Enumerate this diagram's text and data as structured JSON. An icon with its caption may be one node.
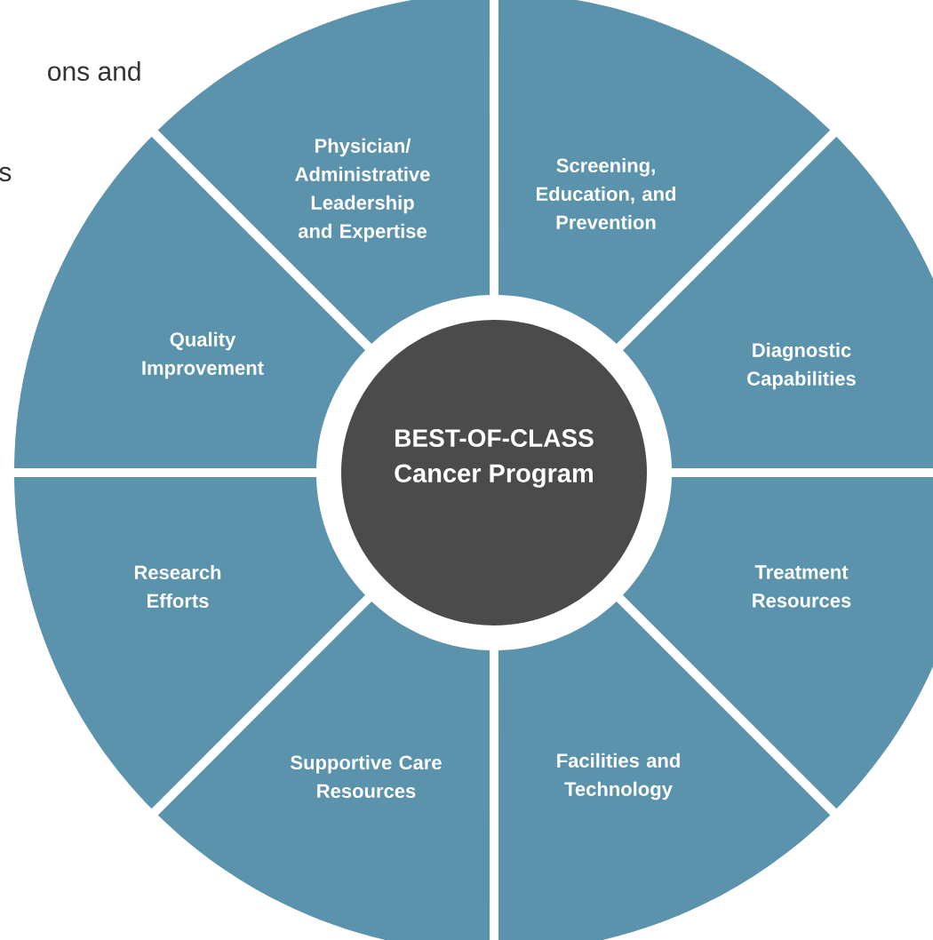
{
  "diagram": {
    "nodes": [
      {
        "text": [
          "Physician/ Administrative Leadership and Expertise"
        ]
      },
      {
        "text": [
          "Screening, Education, and Prevention"
        ]
      },
      {
        "text": [
          "Quality Improvement"
        ]
      },
      {
        "text": [
          "Diagnostic Capabilities"
        ]
      },
      {
        "text": [
          "BEST-OF-CLASS",
          "Cancer Program"
        ]
      },
      {
        "text": [
          "Research Efforts"
        ]
      },
      {
        "text": [
          "Treatment Resources"
        ]
      },
      {
        "text": [
          "Supportive Care Resources"
        ]
      },
      {
        "text": [
          "Facilities and Technology"
        ]
      }
    ],
    "labels": [
      "ons and",
      "s"
    ]
  }
}
